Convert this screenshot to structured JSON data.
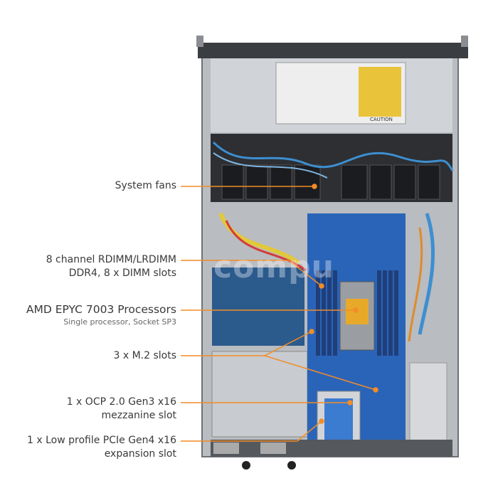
{
  "callouts": {
    "fans": {
      "label": "System fans"
    },
    "dimm": {
      "line1": "8 channel RDIMM/LRDIMM",
      "line2": "DDR4, 8 x DIMM slots"
    },
    "cpu": {
      "label": "AMD EPYC 7003 Processors",
      "sub": "Single processor, Socket SP3"
    },
    "m2": {
      "label": "3 x M.2 slots"
    },
    "ocp": {
      "line1": "1 x OCP 2.0 Gen3 x16",
      "line2": "mezzanine slot"
    },
    "pcie": {
      "line1": "1 x Low profile PCIe Gen4 x16",
      "line2": "expansion slot"
    }
  },
  "label_sticker": {
    "caution": "CAUTION"
  },
  "watermark": "compu",
  "colors": {
    "accent": "#f28c28",
    "board": "#2a64b8",
    "chassis": "#c9ccd0"
  }
}
